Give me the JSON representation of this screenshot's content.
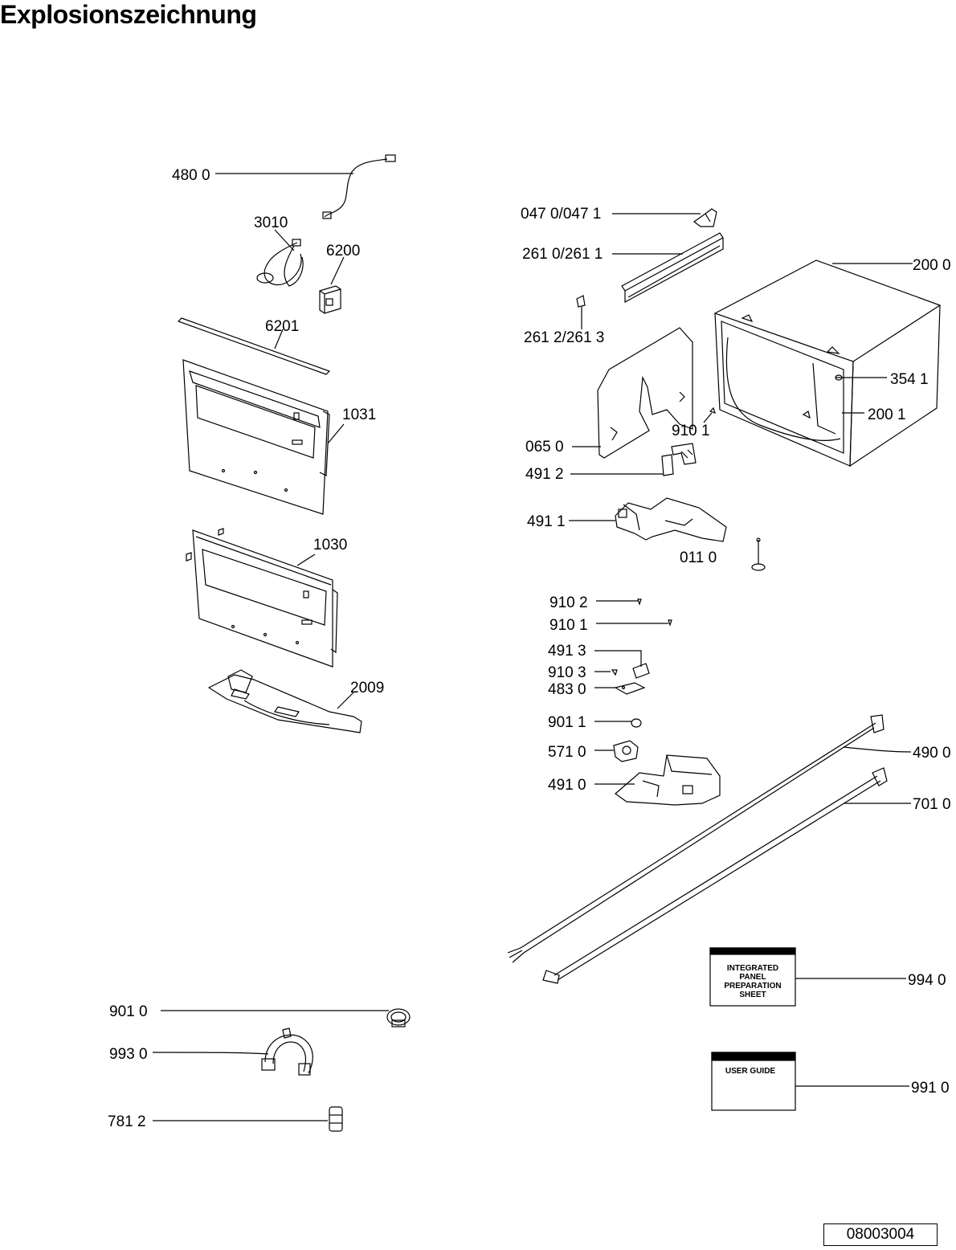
{
  "title": "Explosionszeichnung",
  "document_number": "08003004",
  "callouts": {
    "c4800": "480 0",
    "c3010": "3010",
    "c6200": "6200",
    "c6201": "6201",
    "c1031": "1031",
    "c1030": "1030",
    "c2009": "2009",
    "c0470": "047 0/047 1",
    "c2610": "261 0/261 1",
    "c2612": "261 2/261 3",
    "c2000": "200 0",
    "c3541": "354 1",
    "c2001": "200 1",
    "c9101a": "910 1",
    "c0650": "065 0",
    "c4912": "491 2",
    "c4911": "491 1",
    "c0110": "011 0",
    "c9102": "910 2",
    "c9101b": "910 1",
    "c4913": "491 3",
    "c9103": "910 3",
    "c4830": "483 0",
    "c9011": "901 1",
    "c5710": "571 0",
    "c4910": "491 0",
    "c4900": "490 0",
    "c7010": "701 0",
    "c9940": "994 0",
    "c9910": "991 0",
    "c9010": "901 0",
    "c9930": "993 0",
    "c7812": "781 2"
  },
  "documents": {
    "integrated_line1": "INTEGRATED",
    "integrated_line2": "PANEL",
    "integrated_line3": "PREPARATION",
    "integrated_line4": "SHEET",
    "user_guide": "USER GUIDE"
  }
}
